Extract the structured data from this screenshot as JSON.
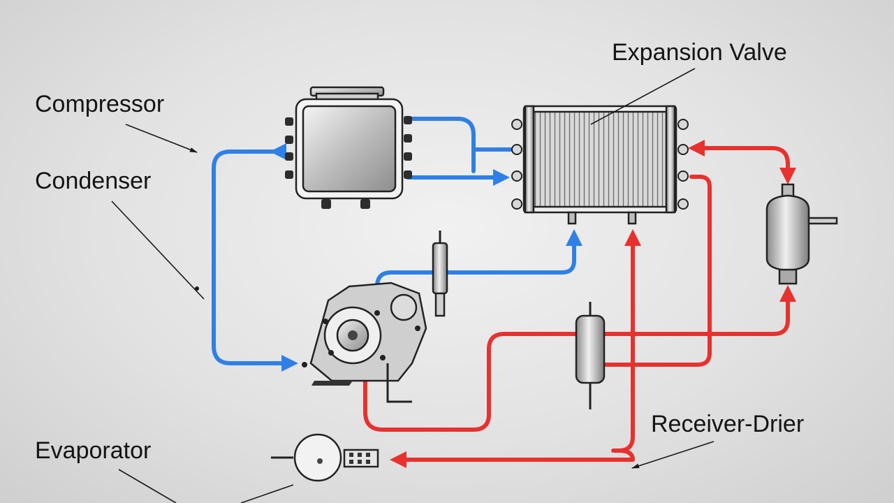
{
  "labels": {
    "compressor": "Compressor",
    "condenser": "Condenser",
    "evaporator": "Evaporator",
    "expansion_valve": "Expansion Valve",
    "receiver_drier": "Receiver-Drier"
  },
  "colors": {
    "cold_line": "#2f80e6",
    "hot_line": "#e8312e",
    "outline": "#222222"
  }
}
